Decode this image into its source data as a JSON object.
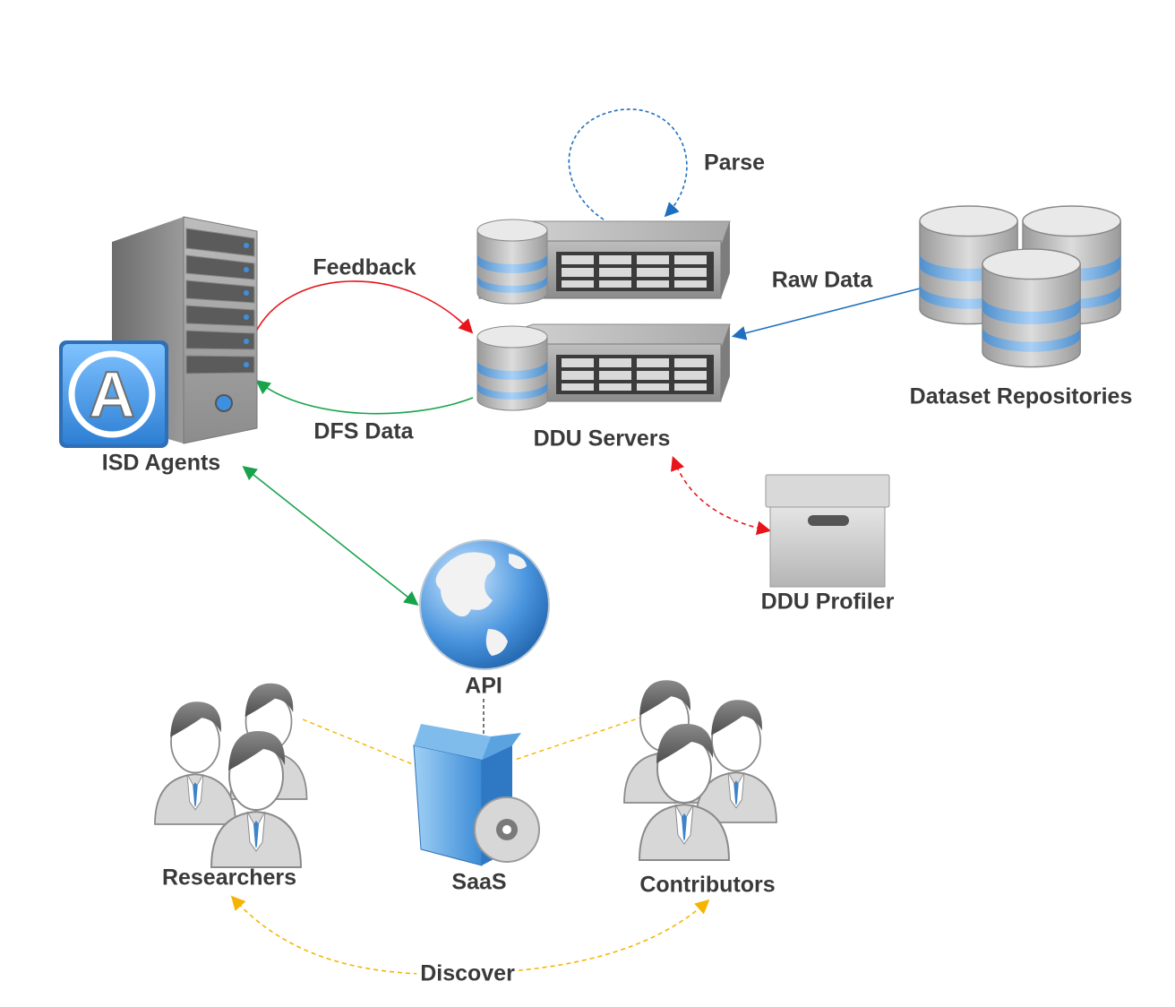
{
  "nodes": {
    "isd_agents": "ISD Agents",
    "ddu_servers": "DDU Servers",
    "dataset_repositories": "Dataset Repositories",
    "ddu_profiler": "DDU Profiler",
    "api": "API",
    "saas": "SaaS",
    "researchers": "Researchers",
    "contributors": "Contributors"
  },
  "edges": {
    "feedback": "Feedback",
    "dfs_data": "DFS Data",
    "parse": "Parse",
    "raw_data": "Raw Data",
    "discover": "Discover"
  },
  "icons": {
    "agent_badge_letter": "A"
  },
  "colors": {
    "feedback_arrow": "#e8141b",
    "dfs_arrow": "#16a34a",
    "blue_arrow": "#1f6fbf",
    "discover_arrow": "#f5b400",
    "db_band": "#7fb2e3"
  }
}
